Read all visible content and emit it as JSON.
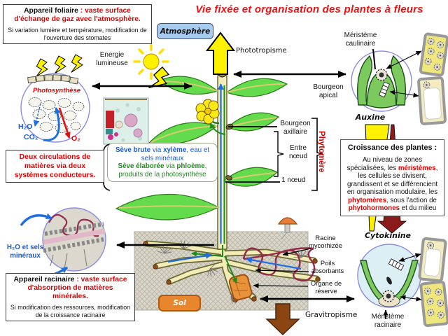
{
  "title": "Vie fixée et organisation des plantes à fleurs",
  "colors": {
    "accent_red": "#e00000",
    "title_red": "#e81212",
    "sap_blue": "#1a5ad6",
    "sap_green": "#1e8c1e",
    "atmosphere_chip": "#a8ccf0",
    "sol_chip": "#e8862e",
    "arrow_yellow": "#fff200",
    "gravitropism_brown": "#8b4513",
    "cytokinin_darkred": "#8b1a1a",
    "leaf_green": "#63db4c",
    "stem_yellow": "#f3edbb",
    "soil_gray": "#dad6ca",
    "circle_border": "#8c8ce0"
  },
  "top_left_box": {
    "lead": "Appareil foliaire",
    "red": " : vaste surface d'échange de gaz avec l'atmosphère.",
    "sub": "Si variation lumière et température, modification de l'ouverture des stomates"
  },
  "bottom_left_box": {
    "lead": "Appareil racinaire",
    "red": " : vaste surface d'absorption de matières minérales.",
    "sub": "Si modification des ressources, modification de la croissance racinaire"
  },
  "circulations_box": {
    "text": "Deux circulations de matières via deux systèmes conducteurs."
  },
  "seve_box": {
    "brute_bold": "Sève brute",
    "brute_via": " via ",
    "brute_bold2": "xylème",
    "brute_rest": ", eau et sels minéraux",
    "elab_bold": "Sève élaborée",
    "elab_via": " via ",
    "elab_bold2": "phloème",
    "elab_rest": ", produits de la photosynthèse"
  },
  "croissance_box": {
    "heading": "Croissance des plantes :",
    "p1": "Au niveau de zones spécialisées, les ",
    "hl1": "méristèmes",
    "p2": ", les cellules se divisent, grandissent et se différencient en organisation modulaire, les ",
    "hl2": "phytomères",
    "p3": ", sous l'action de ",
    "hl3": "phytohormones",
    "p4": " et du milieu"
  },
  "labels": {
    "atmosphere": "Atmosphère",
    "energie_1": "Energie",
    "energie_2": "lumineuse",
    "phototropisme": "Phototropisme",
    "photosynthese": "Photosynthèse",
    "h2o": "H₂O",
    "co2": "CO₂",
    "o2": "O₂",
    "h2o_sels_1": "H₂O et sels",
    "h2o_sels_2": "minéraux",
    "meristeme_caulinaire_1": "Méristème",
    "meristeme_caulinaire_2": "caulinaire",
    "bourgeon_apical_1": "Bourgeon",
    "bourgeon_apical_2": "apical",
    "auxine": "Auxine",
    "bourgeon_axillaire_1": "Bourgeon",
    "bourgeon_axillaire_2": "axillaire",
    "entre_noeud_1": "Entre",
    "entre_noeud_2": "nœud",
    "un_noeud": "1 nœud",
    "phytomere": "Phytomère",
    "cytokinine": "Cytokinine",
    "meristeme_racinaire_1": "Méristème",
    "meristeme_racinaire_2": "racinaire",
    "racine_myco_1": "Racine",
    "racine_myco_2": "mycorhizée",
    "poils_1": "Poils",
    "poils_2": "absorbants",
    "organe_1": "Organe de",
    "organe_2": "réserve",
    "sol": "Sol",
    "gravitropisme": "Gravitropisme"
  }
}
